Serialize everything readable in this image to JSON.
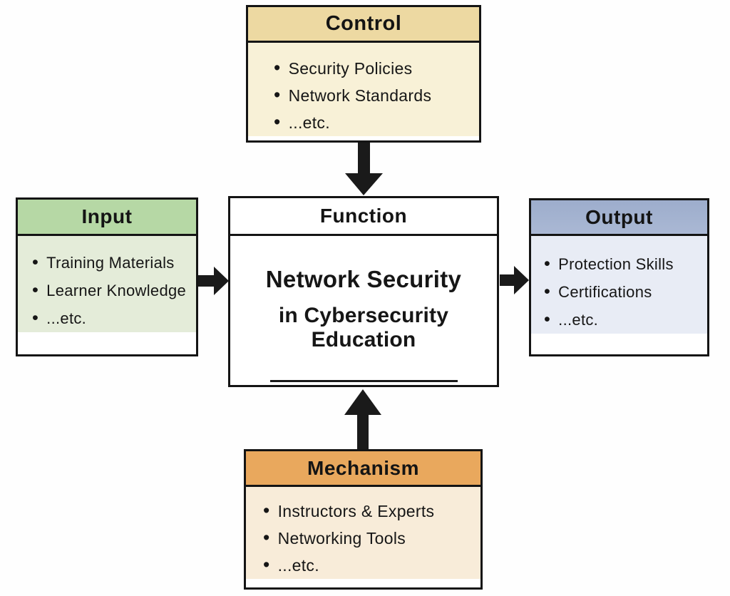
{
  "diagram": {
    "bullet": "•",
    "colors": {
      "background": "#ffffff",
      "border": "#141414",
      "text": "#161616",
      "arrow": "#1a1a1a"
    },
    "boxes": {
      "control": {
        "title": "Control",
        "header_color": "#edd9a2",
        "body_color": "#f8f1d7",
        "items": [
          "Security Policies",
          "Network Standards",
          "...etc."
        ]
      },
      "input": {
        "title": "Input",
        "header_color": "#b6d8a5",
        "body_color": "#e4ecd9",
        "items": [
          "Training Materials",
          "Learner Knowledge",
          "...etc."
        ]
      },
      "function": {
        "title": "Function",
        "header_color": "#ffffff",
        "body_color": "#ffffff",
        "line1": "Network Security",
        "line2": "in Cybersecurity Education"
      },
      "output": {
        "title": "Output",
        "header_color": "#aab8d4",
        "header_color_top": "#9dadcc",
        "body_color": "#e8ecf5",
        "items": [
          "Protection Skills",
          "Certifications",
          "...etc."
        ]
      },
      "mechanism": {
        "title": "Mechanism",
        "header_color": "#e9a85d",
        "body_color": "#f8ecd9",
        "items": [
          "Instructors & Experts",
          "Networking Tools",
          "...etc."
        ]
      }
    },
    "arrows": [
      {
        "name": "control-to-function",
        "direction": "down"
      },
      {
        "name": "input-to-function",
        "direction": "right"
      },
      {
        "name": "function-to-output",
        "direction": "right"
      },
      {
        "name": "mechanism-to-function",
        "direction": "up"
      }
    ]
  }
}
